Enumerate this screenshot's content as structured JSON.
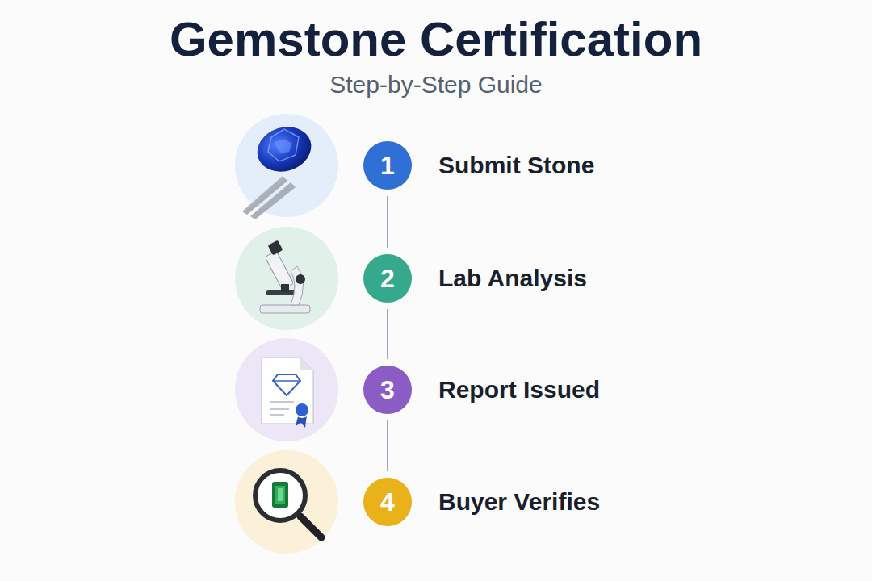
{
  "diagram": {
    "title": "Gemstone Certification",
    "nodes": [
      {
        "text": [
          "1",
          "Submit Stone"
        ]
      },
      {
        "text": [
          "2",
          "Lab Analysis"
        ]
      },
      {
        "text": [
          "3",
          "Report Issued"
        ]
      },
      {
        "text": [
          "4",
          "Buyer Verifies"
        ]
      }
    ],
    "edges": [
      {
        "from": 0,
        "to": 1,
        "arrow": "none"
      },
      {
        "from": 1,
        "to": 2,
        "arrow": "none"
      },
      {
        "from": 2,
        "to": 3,
        "arrow": "none"
      }
    ],
    "labels": [
      "Step-by-Step Guide"
    ]
  }
}
